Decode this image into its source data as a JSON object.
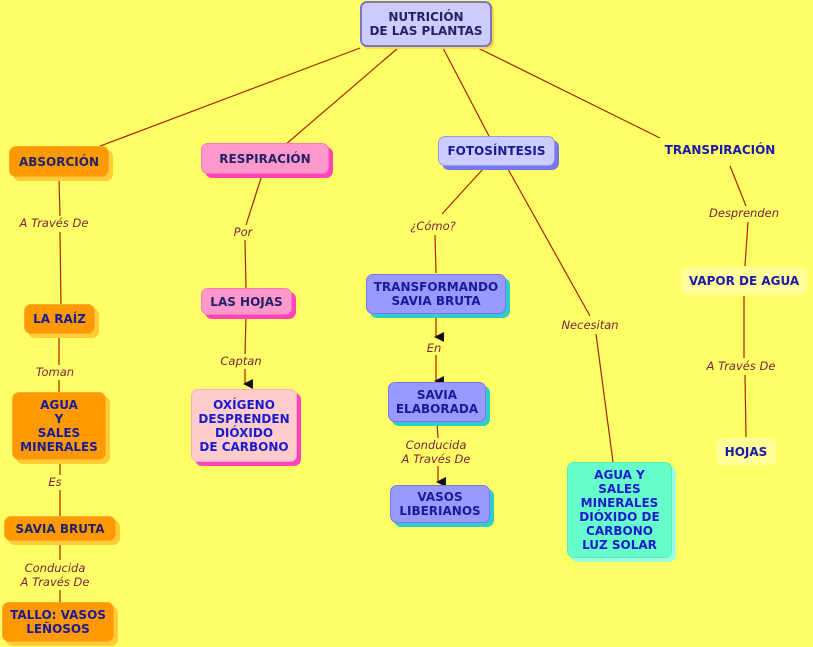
{
  "background_color": "#ffff66",
  "link_color": "#aa2200",
  "label_color": "#7a1f3d",
  "nodes": {
    "root": "NUTRICIÓN\nDE LAS PLANTAS",
    "absorcion": "ABSORCIÓN",
    "la_raiz": "LA RAÍZ",
    "agua_sales": "AGUA\nY\nSALES\nMINERALES",
    "savia_bruta": "SAVIA BRUTA",
    "tallo": "TALLO: VASOS\nLEÑOSOS",
    "respiracion": "RESPIRACIÓN",
    "las_hojas": "LAS HOJAS",
    "oxigeno": "OXÍGENO\nDESPRENDEN\nDIÓXIDO\nDE CARBONO",
    "fotosintesis": "FOTOSÍNTESIS",
    "transformando": "TRANSFORMANDO\nSAVIA BRUTA",
    "savia_elaborada": "SAVIA\nELABORADA",
    "vasos_liberianos": "VASOS\nLIBERIANOS",
    "agua_luz": "AGUA Y\nSALES\nMINERALES\nDIÓXIDO DE\nCARBONO\nLUZ SOLAR",
    "transpiracion": "TRANSPIRACIÓN",
    "vapor": "VAPOR DE AGUA",
    "hojas": "HOJAS"
  },
  "labels": {
    "a_traves_1": "A Través De",
    "toman": "Toman",
    "es": "Es",
    "conducida_1": "Conducida\nA Través De",
    "por": "Por",
    "captan": "Captan",
    "como": "¿Cómo?",
    "en": "En",
    "conducida_2": "Conducida\nA Través De",
    "necesitan": "Necesitan",
    "desprenden": "Desprenden",
    "a_traves_2": "A Través De"
  }
}
